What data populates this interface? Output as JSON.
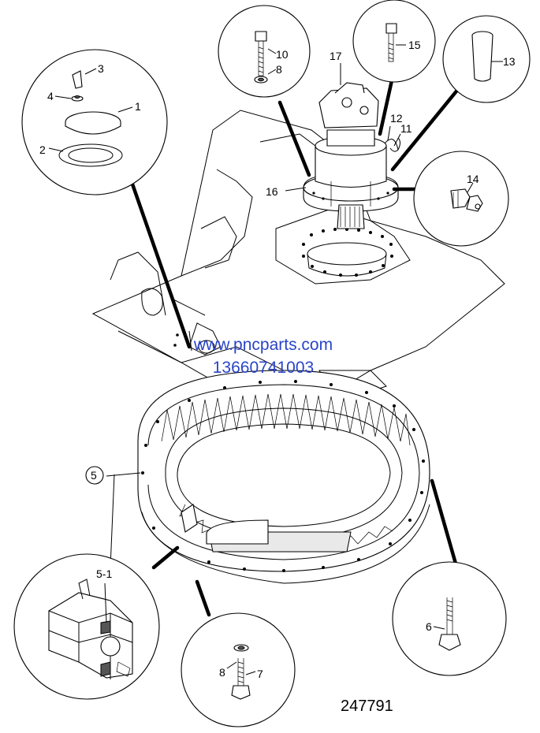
{
  "diagram": {
    "drawing_number": "247791",
    "watermark": {
      "line1": "www.pncparts.com",
      "line2": "13660741003",
      "color": "#2a44c8"
    },
    "callouts": {
      "c1": "1",
      "c2": "2",
      "c3": "3",
      "c4": "4",
      "c5": "5",
      "c5_1": "5-1",
      "c6": "6",
      "c7": "7",
      "c8_bolt": "8",
      "c8_top": "8",
      "c10": "10",
      "c11": "11",
      "c12": "12",
      "c13": "13",
      "c14": "14",
      "c15": "15",
      "c16": "16",
      "c17": "17"
    }
  }
}
